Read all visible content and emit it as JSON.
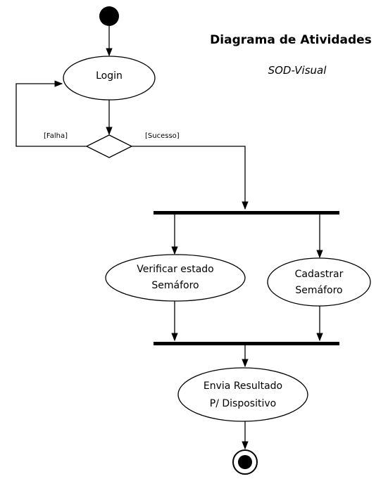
{
  "diagram": {
    "title": "Diagrama de Atividades",
    "subtitle": "SOD-Visual"
  },
  "nodes": {
    "login": "Login",
    "verificar_line1": "Verificar estado",
    "verificar_line2": "Semáforo",
    "cadastrar_line1": "Cadastrar",
    "cadastrar_line2": "Semáforo",
    "envia_line1": "Envia Resultado",
    "envia_line2": "P/ Dispositivo"
  },
  "guards": {
    "failure": "[Falha]",
    "success": "[Sucesso]"
  },
  "colors": {
    "stroke": "#000000",
    "node_fill": "#ffffff",
    "background": "#ffffff"
  }
}
